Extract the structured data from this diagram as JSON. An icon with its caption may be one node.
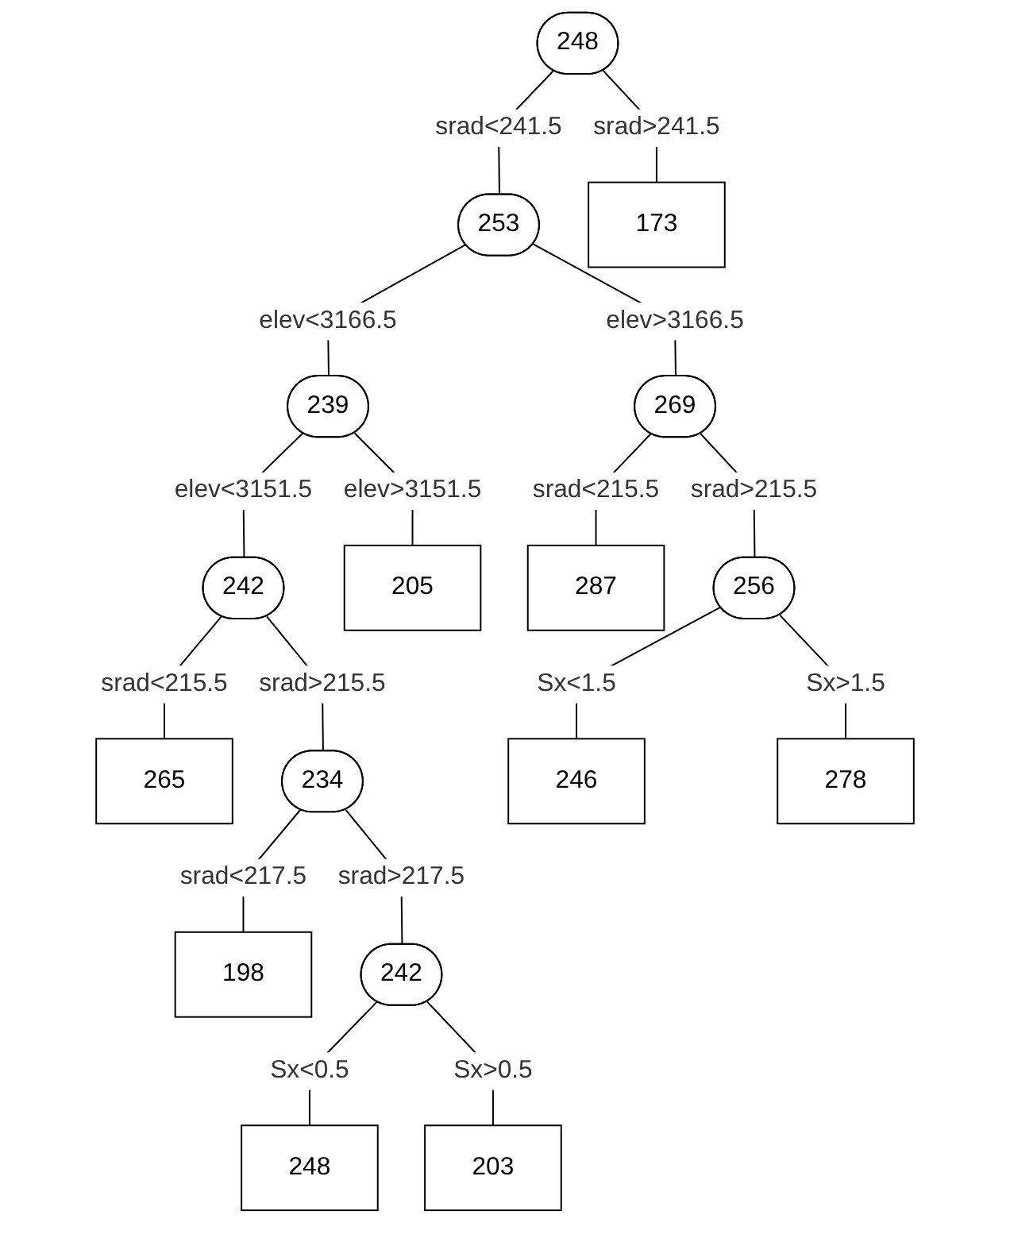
{
  "diagram": {
    "nodes": [
      {
        "text": [
          "248"
        ]
      },
      {
        "text": [
          "253"
        ]
      },
      {
        "text": [
          "173"
        ]
      },
      {
        "text": [
          "239"
        ]
      },
      {
        "text": [
          "269"
        ]
      },
      {
        "text": [
          "242"
        ]
      },
      {
        "text": [
          "205"
        ]
      },
      {
        "text": [
          "287"
        ]
      },
      {
        "text": [
          "256"
        ]
      },
      {
        "text": [
          "265"
        ]
      },
      {
        "text": [
          "234"
        ]
      },
      {
        "text": [
          "246"
        ]
      },
      {
        "text": [
          "278"
        ]
      },
      {
        "text": [
          "198"
        ]
      },
      {
        "text": [
          "242"
        ]
      },
      {
        "text": [
          "248"
        ]
      },
      {
        "text": [
          "203"
        ]
      }
    ],
    "edges": [
      {
        "from": 0,
        "to": 1,
        "arrow": "none",
        "label": "srad<241.5"
      },
      {
        "from": 0,
        "to": 2,
        "arrow": "none",
        "label": "srad>241.5"
      },
      {
        "from": 1,
        "to": 3,
        "arrow": "none",
        "label": "elev<3166.5"
      },
      {
        "from": 1,
        "to": 4,
        "arrow": "none",
        "label": "elev>3166.5"
      },
      {
        "from": 3,
        "to": 5,
        "arrow": "none",
        "label": "elev<3151.5"
      },
      {
        "from": 3,
        "to": 6,
        "arrow": "none",
        "label": "elev>3151.5"
      },
      {
        "from": 4,
        "to": 7,
        "arrow": "none",
        "label": "srad<215.5"
      },
      {
        "from": 4,
        "to": 8,
        "arrow": "none",
        "label": "srad>215.5"
      },
      {
        "from": 5,
        "to": 9,
        "arrow": "none",
        "label": "srad<215.5"
      },
      {
        "from": 5,
        "to": 10,
        "arrow": "none",
        "label": "srad>215.5"
      },
      {
        "from": 8,
        "to": 11,
        "arrow": "none",
        "label": "Sx<1.5"
      },
      {
        "from": 8,
        "to": 12,
        "arrow": "none",
        "label": "Sx>1.5"
      },
      {
        "from": 10,
        "to": 13,
        "arrow": "none",
        "label": "srad<217.5"
      },
      {
        "from": 10,
        "to": 14,
        "arrow": "none",
        "label": "srad>217.5"
      },
      {
        "from": 14,
        "to": 15,
        "arrow": "none",
        "label": "Sx<0.5"
      },
      {
        "from": 14,
        "to": 16,
        "arrow": "none",
        "label": "Sx>0.5"
      }
    ]
  }
}
